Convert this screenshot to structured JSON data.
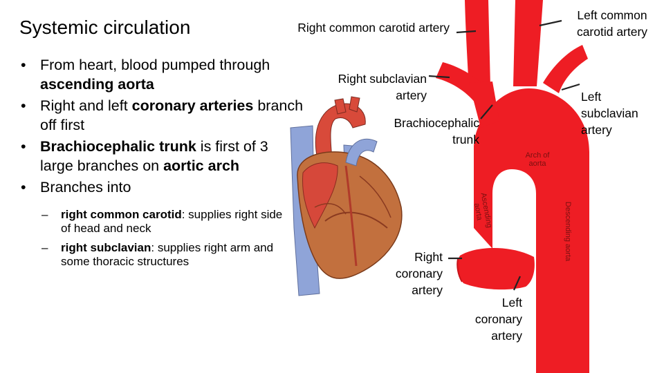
{
  "title": "Systemic circulation",
  "bullets": [
    {
      "parts": [
        "From heart, blood pumped through ",
        "ascending aorta"
      ]
    },
    {
      "parts": [
        "Right and left ",
        "coronary arteries",
        " branch off first"
      ]
    },
    {
      "parts": [
        "Brachiocephalic trunk",
        " is first of 3 large branches on ",
        "aortic arch"
      ]
    },
    {
      "parts": [
        "Branches into"
      ]
    }
  ],
  "sub_bullets": [
    {
      "bold": "right common carotid",
      "rest": ": supplies right side of head and neck"
    },
    {
      "bold": "right subclavian",
      "rest": ": supplies right arm and some thoracic structures"
    }
  ],
  "labels": {
    "right_common_carotid": "Right common carotid artery",
    "left_common_carotid_1": "Left common",
    "left_common_carotid_2": "carotid artery",
    "right_subclavian_1": "Right subclavian",
    "right_subclavian_2": "artery",
    "left_subclavian_1": "Left",
    "left_subclavian_2": "subclavian",
    "left_subclavian_3": "artery",
    "brachiocephalic_1": "Brachiocephalic",
    "brachiocephalic_2": "trunk",
    "right_coronary_1": "Right",
    "right_coronary_2": "coronary",
    "right_coronary_3": "artery",
    "left_coronary_1": "Left",
    "left_coronary_2": "coronary",
    "left_coronary_3": "artery"
  },
  "diagram_labels": {
    "arch_1": "Arch of",
    "arch_2": "aorta",
    "ascending_1": "Ascending",
    "ascending_2": "aorta",
    "descending": "Descending aorta"
  },
  "colors": {
    "artery": "#ee1d24",
    "vein": "#8fa4d8",
    "heart_muscle": "#c2703e",
    "diagram_text": "#7a1010"
  }
}
